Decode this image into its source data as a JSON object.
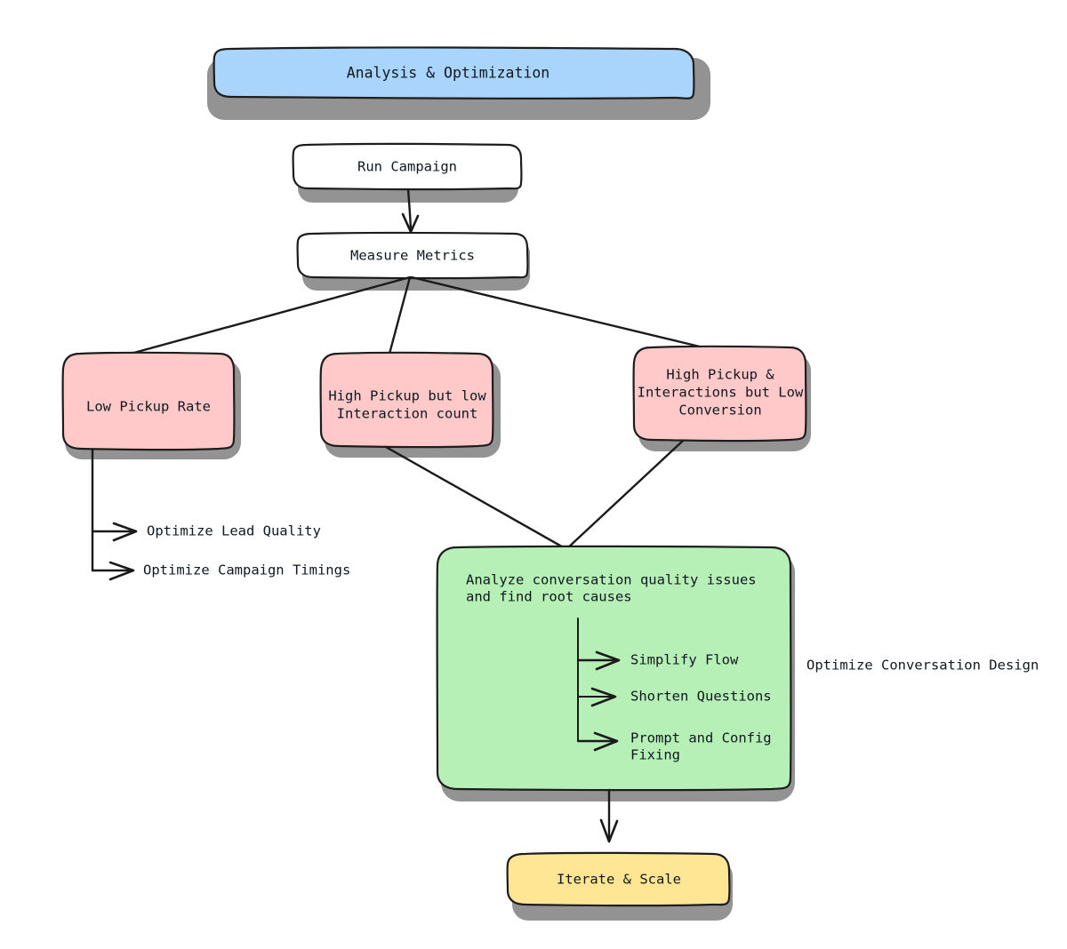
{
  "diagram": {
    "type": "flowchart",
    "background": "#ffffff",
    "colors": {
      "title_fill": "#a9d5fc",
      "plain_fill": "#ffffff",
      "problem_fill": "#ffc9c9",
      "action_fill": "#b6f0b6",
      "result_fill": "#ffe694",
      "stroke": "#1d1d1d",
      "text": "#10181f"
    },
    "title": {
      "label": "Analysis & Optimization"
    },
    "nodes": {
      "run_campaign": {
        "label": "Run Campaign"
      },
      "measure_metrics": {
        "label": "Measure Metrics"
      },
      "low_pickup": {
        "label": "Low Pickup Rate"
      },
      "high_pickup_low_interaction": {
        "line1": "High Pickup but low",
        "line2": "Interaction count"
      },
      "high_pickup_low_conversion": {
        "line1": "High Pickup &",
        "line2": "Interactions but Low",
        "line3": "Conversion"
      },
      "analyze": {
        "line1": "Analyze conversation quality issues",
        "line2": "and find root causes"
      },
      "iterate_scale": {
        "label": "Iterate & Scale"
      }
    },
    "low_pickup_actions": [
      {
        "label": "Optimize Lead Quality"
      },
      {
        "label": "Optimize Campaign Timings"
      }
    ],
    "analyze_actions": [
      {
        "label": "Simplify Flow"
      },
      {
        "label": "Shorten Questions"
      },
      {
        "line1": "Prompt and Config",
        "line2": "Fixing"
      }
    ],
    "side_label": {
      "label": "Optimize Conversation Design"
    }
  },
  "chart_data": {
    "type": "diagram",
    "title": "Analysis & Optimization",
    "nodes": [
      "Analysis & Optimization",
      "Run Campaign",
      "Measure Metrics",
      "Low Pickup Rate",
      "High Pickup but low Interaction count",
      "High Pickup & Interactions but Low Conversion",
      "Analyze conversation quality issues and find root causes",
      "Optimize Lead Quality",
      "Optimize Campaign Timings",
      "Simplify Flow",
      "Shorten Questions",
      "Prompt and Config Fixing",
      "Optimize Conversation Design",
      "Iterate & Scale"
    ],
    "edges": [
      [
        "Run Campaign",
        "Measure Metrics"
      ],
      [
        "Measure Metrics",
        "Low Pickup Rate"
      ],
      [
        "Measure Metrics",
        "High Pickup but low Interaction count"
      ],
      [
        "Measure Metrics",
        "High Pickup & Interactions but Low Conversion"
      ],
      [
        "Low Pickup Rate",
        "Optimize Lead Quality"
      ],
      [
        "Low Pickup Rate",
        "Optimize Campaign Timings"
      ],
      [
        "High Pickup but low Interaction count",
        "Analyze conversation quality issues and find root causes"
      ],
      [
        "High Pickup & Interactions but Low Conversion",
        "Analyze conversation quality issues and find root causes"
      ],
      [
        "Analyze conversation quality issues and find root causes",
        "Simplify Flow"
      ],
      [
        "Analyze conversation quality issues and find root causes",
        "Shorten Questions"
      ],
      [
        "Analyze conversation quality issues and find root causes",
        "Prompt and Config Fixing"
      ],
      [
        "Analyze conversation quality issues and find root causes",
        "Iterate & Scale"
      ]
    ]
  }
}
